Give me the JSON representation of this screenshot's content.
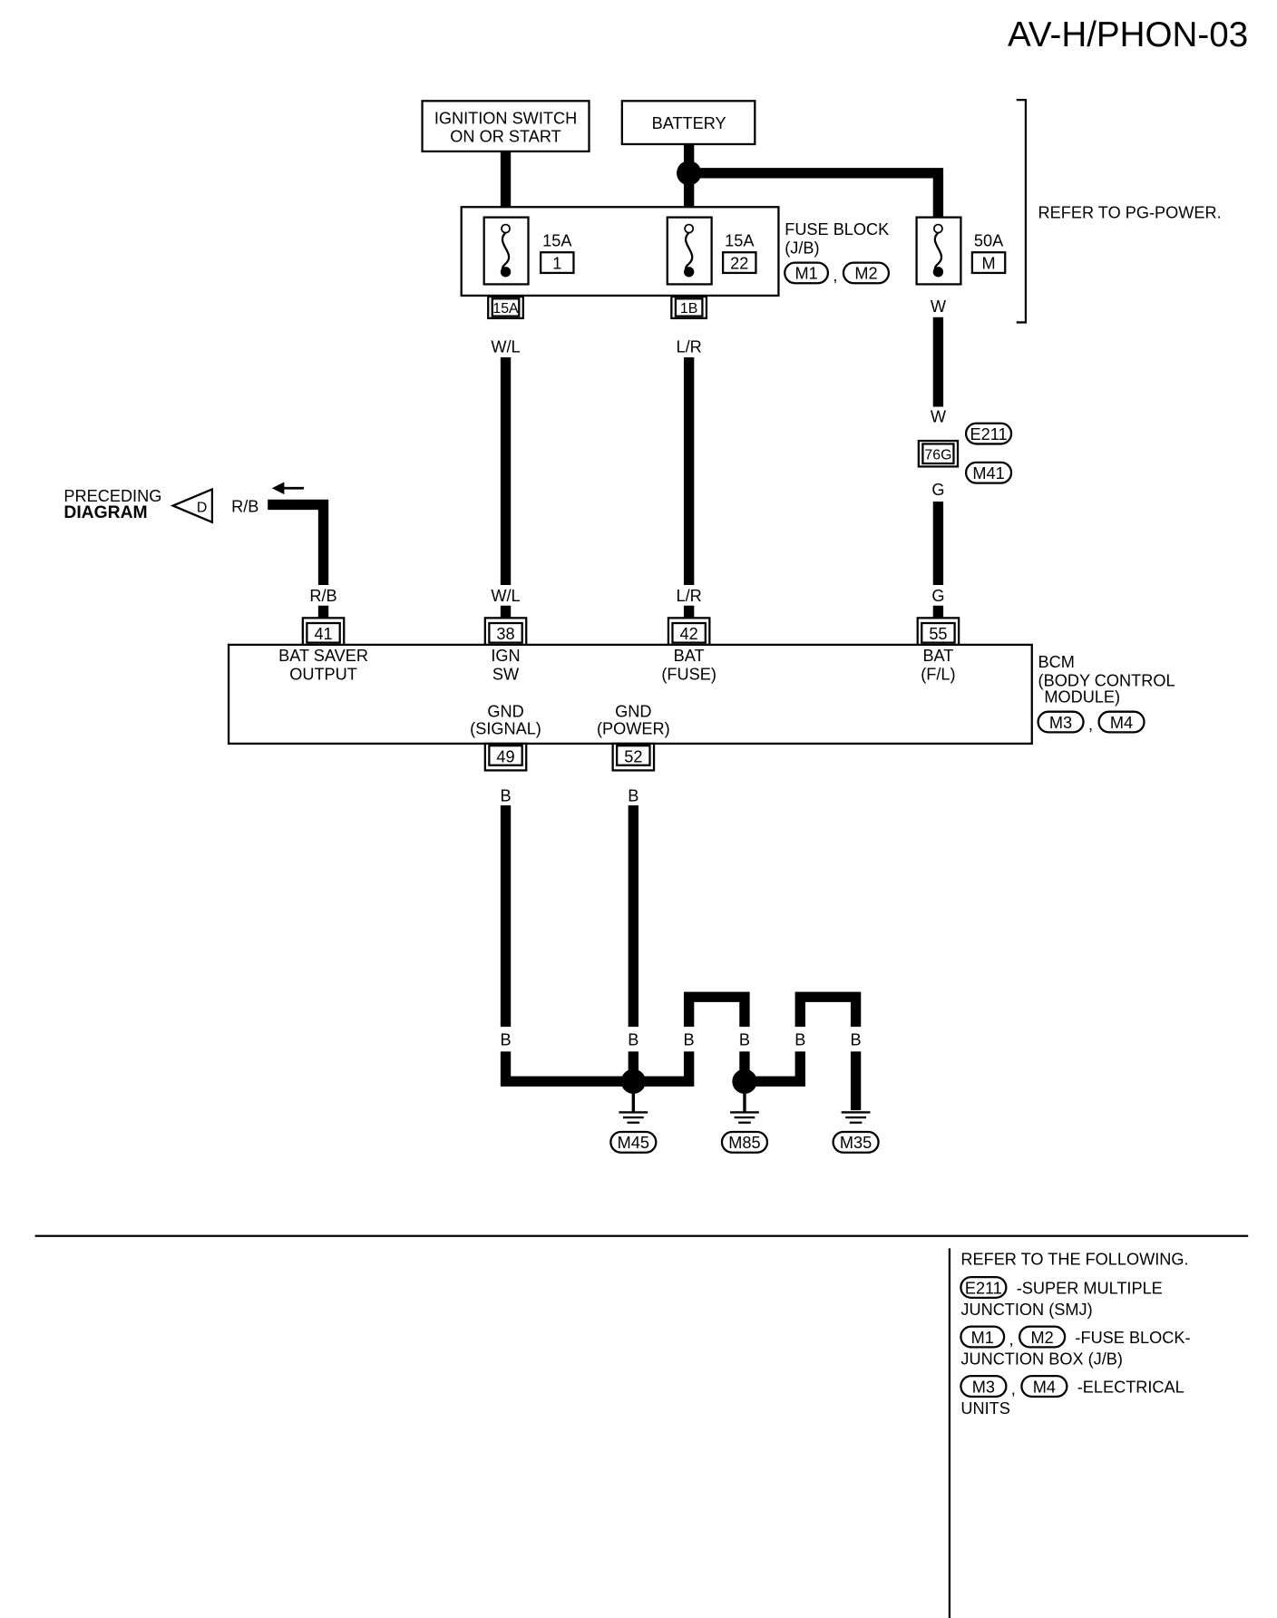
{
  "page_code": "AV-H/PHON-03",
  "sources": {
    "ignition": [
      "IGNITION SWITCH",
      "ON OR START"
    ],
    "battery": "BATTERY"
  },
  "refer_pg_power": "REFER TO PG-POWER.",
  "fuses": {
    "f1": {
      "amp": "15A",
      "num": "1",
      "term": "15A"
    },
    "f22": {
      "amp": "15A",
      "num": "22",
      "term": "1B"
    },
    "fm": {
      "amp": "50A",
      "num": "M"
    }
  },
  "fuse_block": {
    "title": "FUSE BLOCK",
    "subtitle": "(J/B)",
    "connectors": [
      "M1",
      "M2"
    ],
    "sep": ","
  },
  "wires": {
    "wl": "W/L",
    "lr": "L/R",
    "w": "W",
    "g": "G",
    "rb": "R/B",
    "b": "B"
  },
  "smj": {
    "pin": "76G",
    "connectors": [
      "E211",
      "M41"
    ]
  },
  "preceding": {
    "line1": "PRECEDING",
    "line2": "DIAGRAM",
    "tag": "D",
    "wire": "R/B"
  },
  "bcm": {
    "title": "BCM",
    "line2": "(BODY CONTROL",
    "line3": "MODULE)",
    "connectors": [
      "M3",
      "M4"
    ],
    "sep": ",",
    "pins": [
      {
        "num": "41",
        "l1": "BAT SAVER",
        "l2": "OUTPUT"
      },
      {
        "num": "38",
        "l1": "IGN",
        "l2": "SW"
      },
      {
        "num": "42",
        "l1": "BAT",
        "l2": "(FUSE)"
      },
      {
        "num": "55",
        "l1": "BAT",
        "l2": "(F/L)"
      },
      {
        "num": "49",
        "l1": "GND",
        "l2": "(SIGNAL)"
      },
      {
        "num": "52",
        "l1": "GND",
        "l2": "(POWER)"
      }
    ]
  },
  "grounds": [
    "M45",
    "M85",
    "M35"
  ],
  "legend": {
    "heading": "REFER TO THE FOLLOWING.",
    "e211": {
      "conn": "E211",
      "l1": "-SUPER MULTIPLE",
      "l2": "JUNCTION (SMJ)"
    },
    "m1m2": {
      "c1": "M1",
      "c2": "M2",
      "sep": ",",
      "l1": "-FUSE BLOCK-",
      "l2": "JUNCTION BOX (J/B)"
    },
    "m3m4": {
      "c1": "M3",
      "c2": "M4",
      "sep": ",",
      "l1": "-ELECTRICAL",
      "l2": "UNITS"
    }
  }
}
